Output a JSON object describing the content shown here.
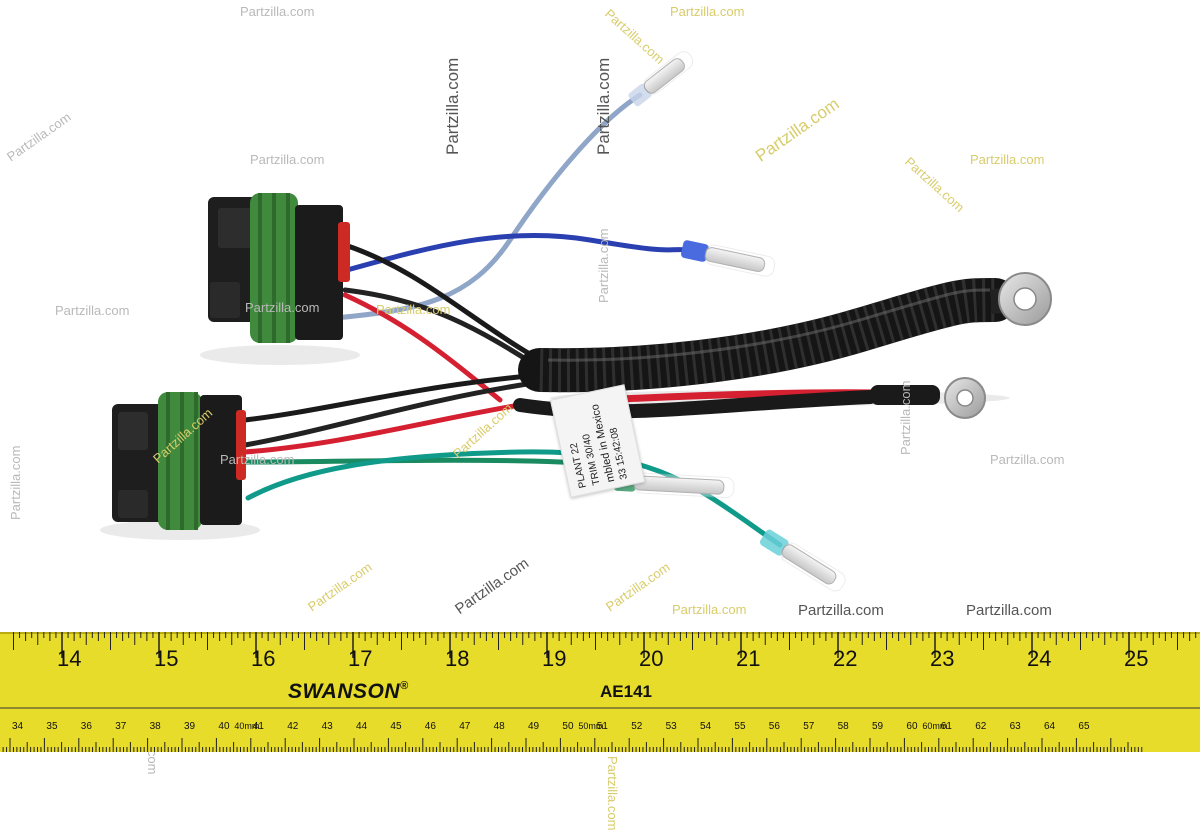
{
  "watermark": "Partzilla.com",
  "label": {
    "line1": "PLANT 22",
    "line2": "TRIM 30/40",
    "line3": "mbled in Mexico",
    "line4": "33   15:42:08"
  },
  "ruler": {
    "brand": "SWANSON",
    "brand_mark": "®",
    "model": "AE141",
    "inch_labels": [
      "14",
      "15",
      "16",
      "17",
      "18",
      "19",
      "20",
      "21",
      "22",
      "23",
      "24",
      "25"
    ],
    "cm_labels": [
      "34",
      "35",
      "36",
      "37",
      "38",
      "39",
      "40",
      "41",
      "42",
      "43",
      "44",
      "45",
      "46",
      "47",
      "48",
      "49",
      "50",
      "51",
      "52",
      "53",
      "54",
      "55",
      "56",
      "57",
      "58",
      "59",
      "60",
      "61",
      "62",
      "63",
      "64",
      "65"
    ],
    "mm_markers": [
      "40mm",
      "50mm",
      "60mm"
    ],
    "color": "#e8dc2a"
  },
  "colors": {
    "connector": "#1e1e1e",
    "seal": "#3f8a3c",
    "latch": "#cc2a22",
    "wire_blue": "#2a3fb0",
    "wire_lightblue": "#8fa6c8",
    "wire_red": "#d42030",
    "wire_green": "#1a8a60",
    "wire_teal": "#0f9a8a"
  }
}
